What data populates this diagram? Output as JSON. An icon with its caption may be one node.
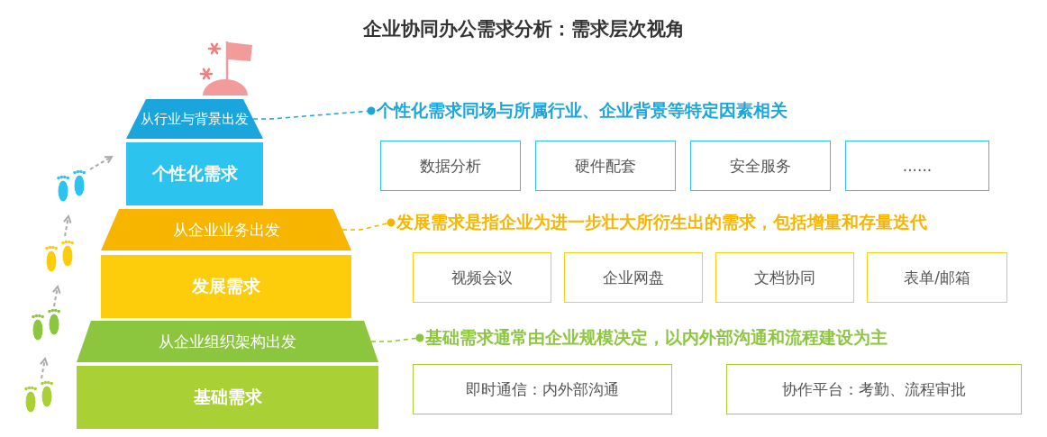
{
  "diagram": {
    "title": "企业协同办公需求分析：需求层次视角",
    "nodes": [
      {
        "text": [
          "从行业与背景出发"
        ]
      },
      {
        "text": [
          "个性化需求"
        ]
      },
      {
        "text": [
          "从企业业务出发"
        ]
      },
      {
        "text": [
          "发展需求"
        ]
      },
      {
        "text": [
          "从企业组织架构出发"
        ]
      },
      {
        "text": [
          "基础需求"
        ]
      },
      {
        "text": [
          "个性化需求同场与所属行业、企业背景等特定因素相关"
        ]
      },
      {
        "text": [
          "数据分析"
        ]
      },
      {
        "text": [
          "硬件配套"
        ]
      },
      {
        "text": [
          "安全服务"
        ]
      },
      {
        "text": [
          "......"
        ]
      },
      {
        "text": [
          "发展需求是指企业为进一步壮大所衍生出的需求，包括增量和存量迭代"
        ]
      },
      {
        "text": [
          "视频会议"
        ]
      },
      {
        "text": [
          "企业网盘"
        ]
      },
      {
        "text": [
          "文档协同"
        ]
      },
      {
        "text": [
          "表单/邮箱"
        ]
      },
      {
        "text": [
          "基础需求通常由企业规模决定，以内外部沟通和流程建设为主"
        ]
      },
      {
        "text": [
          "即时通信：内外部沟通"
        ]
      },
      {
        "text": [
          "协作平台：考勤、流程审批"
        ]
      }
    ],
    "edges": [
      {
        "from": 0,
        "to": 6,
        "arrow": "other",
        "style": "dashed",
        "color": "#1aa6dd"
      },
      {
        "from": 2,
        "to": 11,
        "arrow": "other",
        "style": "dashed",
        "color": "#f5b400"
      },
      {
        "from": 4,
        "to": 16,
        "arrow": "other",
        "style": "dashed",
        "color": "#8cc63f"
      }
    ]
  }
}
